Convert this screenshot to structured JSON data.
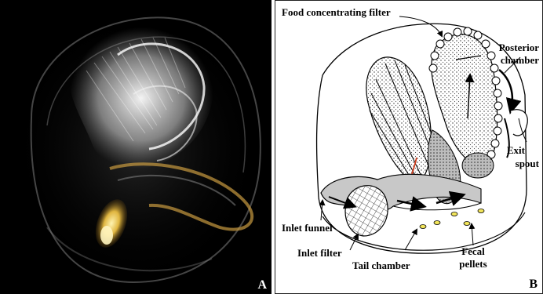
{
  "panels": {
    "photo": {
      "letter": "A"
    },
    "diagram": {
      "letter": "B",
      "labels": {
        "food_filter": "Food concentrating filter",
        "posterior_line1": "Posterior",
        "posterior_line2": "chamber",
        "exit_line1": "Exit",
        "exit_line2": "spout",
        "inlet_funnel": "Inlet funnel",
        "inlet_filter": "Inlet filter",
        "tail_chamber": "Tail chamber",
        "fecal_line1": "Fecal",
        "fecal_line2": "pellets"
      }
    }
  },
  "colors": {
    "photo_background": "#000000",
    "house_glow": "#e8e8e8",
    "animal_trunk": "#e0b640",
    "diagram_ink": "#000000",
    "gray_fill": "#c8c8c8",
    "pellet_fill": "#f1e45a",
    "arrow_red": "#d04020"
  }
}
